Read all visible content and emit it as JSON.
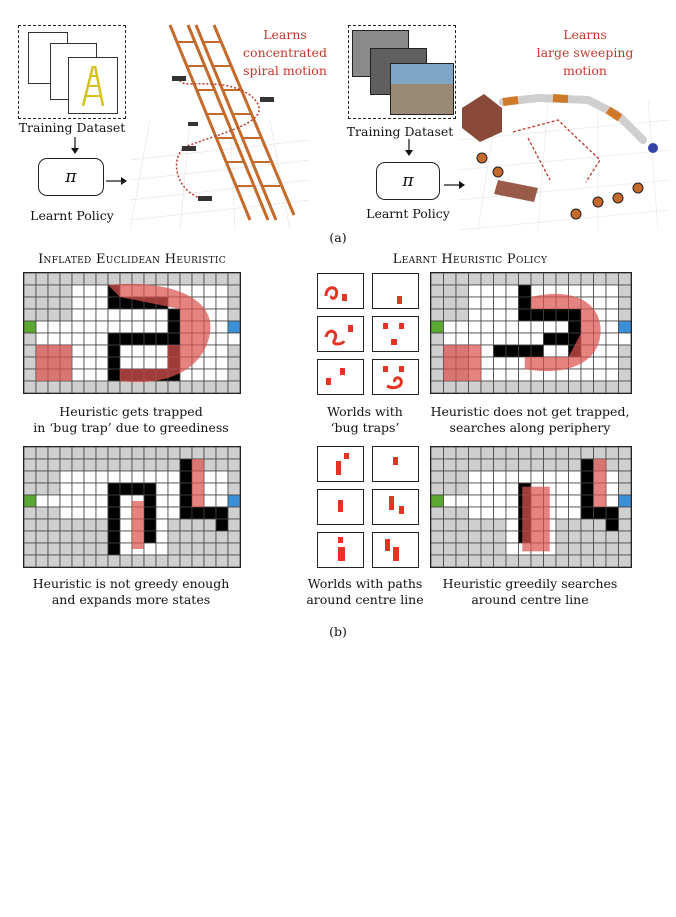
{
  "panel_a": {
    "left": {
      "dataset_label": "Training Dataset",
      "policy_symbol": "π",
      "policy_label": "Learnt Policy",
      "learns_lines": [
        "Learns",
        "concentrated",
        "spiral motion"
      ]
    },
    "right": {
      "dataset_label": "Training Dataset",
      "policy_symbol": "π",
      "policy_label": "Learnt Policy",
      "learns_lines": [
        "Learns",
        "large sweeping",
        "motion"
      ]
    },
    "caption": "(a)"
  },
  "panel_b": {
    "left_heading": "Inflated Euclidean Heuristic",
    "right_heading": "Learnt Heuristic Policy",
    "captions": {
      "row1_left": [
        "Heuristic gets trapped",
        "in ‘bug trap’ due to greediness"
      ],
      "row1_worlds": [
        "Worlds with",
        "‘bug traps’"
      ],
      "row1_right": [
        "Heuristic does not get trapped,",
        "searches along periphery"
      ],
      "row2_left": [
        "Heuristic is not greedy enough",
        "and expands more states"
      ],
      "row2_worlds": [
        "Worlds with paths",
        "around centre line"
      ],
      "row2_right": [
        "Heuristic greedily searches",
        "around centre line"
      ]
    },
    "caption": "(b)"
  },
  "colors": {
    "accent_red": "#c0392b",
    "expanded_grey": "#cfcfcf",
    "start_green": "#5aa832",
    "goal_blue": "#3a8fd6",
    "obstacle": "#000000",
    "path_red": "#d9534f"
  }
}
